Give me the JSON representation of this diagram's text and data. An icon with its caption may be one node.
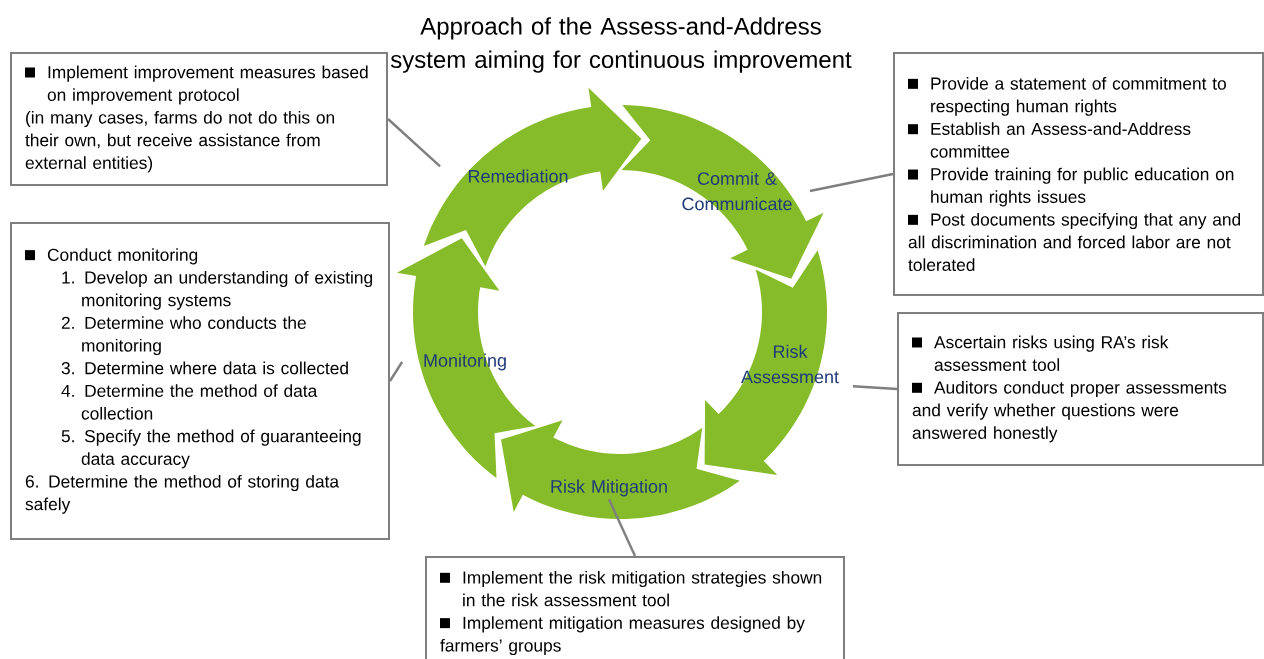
{
  "diagram": {
    "title": "Approach of the Assess-and-Address system aiming for continuous improvement",
    "nodes": [
      {
        "text": [
          "Implement improvement measures based on improvement protocol",
          "(in many cases, farms do not do this on their own, but receive assistance from external entities)"
        ]
      },
      {
        "text": [
          "Remediation"
        ]
      },
      {
        "text": [
          "Commit & Communicate"
        ]
      },
      {
        "text": [
          "Provide a statement of commitment to respecting human rights",
          "Establish an Assess-and-Address committee",
          "Provide training for public education on human rights issues",
          "Post documents specifying that any and all discrimination and forced labor are not tolerated"
        ]
      },
      {
        "text": [
          "Conduct monitoring",
          "1. Develop an understanding of existing monitoring systems",
          "2. Determine who conducts the monitoring",
          "3. Determine where data is collected",
          "4. Determine the method of data collection",
          "5. Specify the method of guaranteeing data accuracy",
          "6. Determine the method of storing data safely"
        ]
      },
      {
        "text": [
          "Monitoring"
        ]
      },
      {
        "text": [
          "Risk Assessment"
        ]
      },
      {
        "text": [
          "Ascertain risks using RA’s risk assessment tool",
          "Auditors conduct proper assessments and verify whether questions were answered honestly"
        ]
      },
      {
        "text": [
          "Risk Mitigation"
        ]
      },
      {
        "text": [
          "Implement the risk mitigation strategies shown in the risk assessment tool",
          "Implement mitigation measures designed by farmers’ groups"
        ]
      }
    ],
    "edges": [
      {
        "from": 0,
        "to": 1,
        "arrow": "none"
      },
      {
        "from": 3,
        "to": 2,
        "arrow": "none"
      },
      {
        "from": 4,
        "to": 5,
        "arrow": "none"
      },
      {
        "from": 7,
        "to": 6,
        "arrow": "none"
      },
      {
        "from": 9,
        "to": 8,
        "arrow": "none"
      }
    ]
  }
}
